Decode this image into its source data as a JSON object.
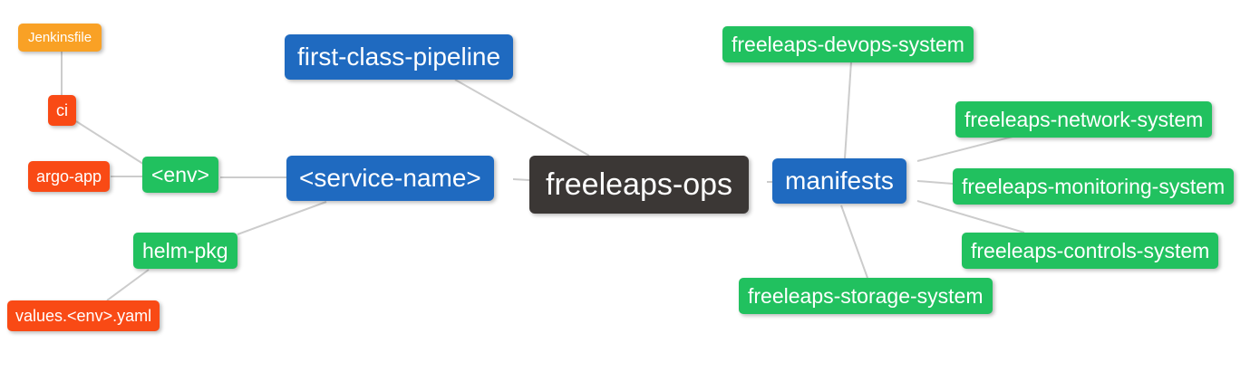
{
  "diagram": {
    "type": "mindmap",
    "root_label": "freeleaps-ops"
  },
  "colors": {
    "root": "#3b3735",
    "level1": "#1f6ac0",
    "level2": "#21c15f",
    "level3": "#f94a15",
    "level4": "#f9a125",
    "connector": "#cccccc",
    "text": "#ffffff",
    "background": "#ffffff"
  },
  "nodes": [
    {
      "id": "freeleaps-ops",
      "label": "freeleaps-ops",
      "depth": 0
    },
    {
      "id": "first-class-pipeline",
      "label": "first-class-pipeline",
      "depth": 1
    },
    {
      "id": "service-name",
      "label": "<service-name>",
      "depth": 1
    },
    {
      "id": "manifests",
      "label": "manifests",
      "depth": 1
    },
    {
      "id": "env",
      "label": "<env>",
      "depth": 2
    },
    {
      "id": "helm-pkg",
      "label": "helm-pkg",
      "depth": 2
    },
    {
      "id": "freeleaps-devops-system",
      "label": "freeleaps-devops-system",
      "depth": 2
    },
    {
      "id": "freeleaps-network-system",
      "label": "freeleaps-network-system",
      "depth": 2
    },
    {
      "id": "freeleaps-monitoring-system",
      "label": "freeleaps-monitoring-system",
      "depth": 2
    },
    {
      "id": "freeleaps-controls-system",
      "label": "freeleaps-controls-system",
      "depth": 2
    },
    {
      "id": "freeleaps-storage-system",
      "label": "freeleaps-storage-system",
      "depth": 2
    },
    {
      "id": "ci",
      "label": "ci",
      "depth": 3
    },
    {
      "id": "argo-app",
      "label": "argo-app",
      "depth": 3
    },
    {
      "id": "values-env-yaml",
      "label": "values.<env>.yaml",
      "depth": 3
    },
    {
      "id": "jenkinsfile",
      "label": "Jenkinsfile",
      "depth": 4
    }
  ],
  "edges": [
    {
      "from": "freeleaps-ops",
      "to": "first-class-pipeline"
    },
    {
      "from": "freeleaps-ops",
      "to": "<service-name>"
    },
    {
      "from": "freeleaps-ops",
      "to": "manifests"
    },
    {
      "from": "<service-name>",
      "to": "<env>"
    },
    {
      "from": "<service-name>",
      "to": "helm-pkg"
    },
    {
      "from": "<env>",
      "to": "ci"
    },
    {
      "from": "<env>",
      "to": "argo-app"
    },
    {
      "from": "ci",
      "to": "Jenkinsfile"
    },
    {
      "from": "helm-pkg",
      "to": "values.<env>.yaml"
    },
    {
      "from": "manifests",
      "to": "freeleaps-devops-system"
    },
    {
      "from": "manifests",
      "to": "freeleaps-network-system"
    },
    {
      "from": "manifests",
      "to": "freeleaps-monitoring-system"
    },
    {
      "from": "manifests",
      "to": "freeleaps-controls-system"
    },
    {
      "from": "manifests",
      "to": "freeleaps-storage-system"
    }
  ]
}
